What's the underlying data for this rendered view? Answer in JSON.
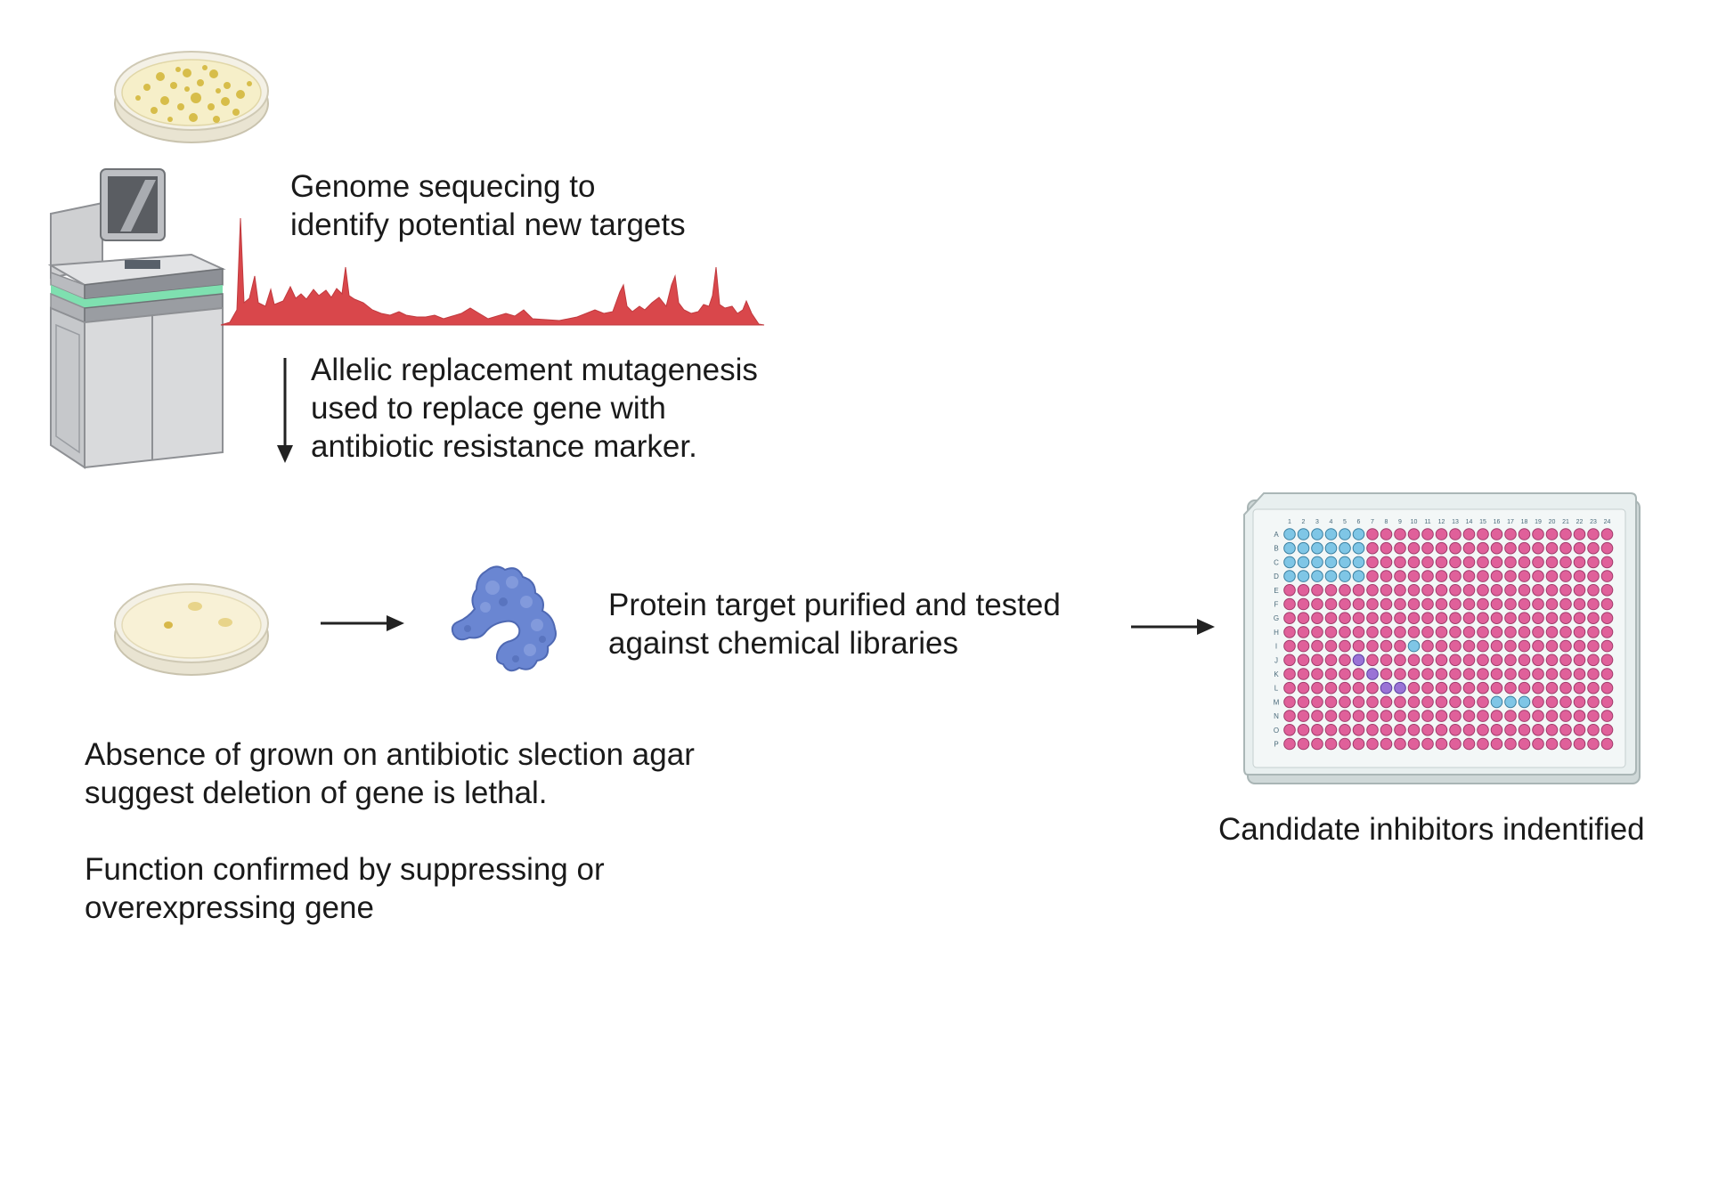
{
  "labels": {
    "sequencing": [
      "Genome sequecing to",
      "identify potential new targets"
    ],
    "mutagenesis": [
      "Allelic replacement mutagenesis",
      "used to replace gene with",
      "antibiotic resistance marker."
    ],
    "protein": [
      "Protein target purified and tested",
      "against chemical libraries"
    ],
    "absence": [
      "Absence of grown on antibiotic slection agar",
      "suggest deletion of gene is lethal."
    ],
    "function": [
      "Function confirmed by suppressing or",
      "overexpressing gene"
    ],
    "candidates": "Candidate inhibitors indentified"
  },
  "plate": {
    "columns": [
      "1",
      "2",
      "3",
      "4",
      "5",
      "6",
      "7",
      "8",
      "9",
      "10",
      "11",
      "12",
      "13",
      "14",
      "15",
      "16",
      "17",
      "18",
      "19",
      "20",
      "21",
      "22",
      "23",
      "24"
    ],
    "rows": [
      "A",
      "B",
      "C",
      "D",
      "E",
      "F",
      "G",
      "H",
      "I",
      "J",
      "K",
      "L",
      "M",
      "N",
      "O",
      "P"
    ],
    "default_color": "#e0609a",
    "hit_color": "#7fc6e6",
    "purple_color": "#9a73d6",
    "blue_wells": [
      "A1",
      "A2",
      "A3",
      "A4",
      "A5",
      "A6",
      "B1",
      "B2",
      "B3",
      "B4",
      "B5",
      "B6",
      "C1",
      "C2",
      "C3",
      "C4",
      "C5",
      "C6",
      "D1",
      "D2",
      "D3",
      "D4",
      "D5",
      "D6",
      "I10",
      "M16",
      "M17",
      "M18"
    ],
    "purple_wells": [
      "J6",
      "K7",
      "L8",
      "L9"
    ]
  },
  "colors": {
    "chromatogram": "#d9474b",
    "protein": "#6a86d2",
    "instrument_accent": "#7fe0b0",
    "arrow": "#222222"
  }
}
